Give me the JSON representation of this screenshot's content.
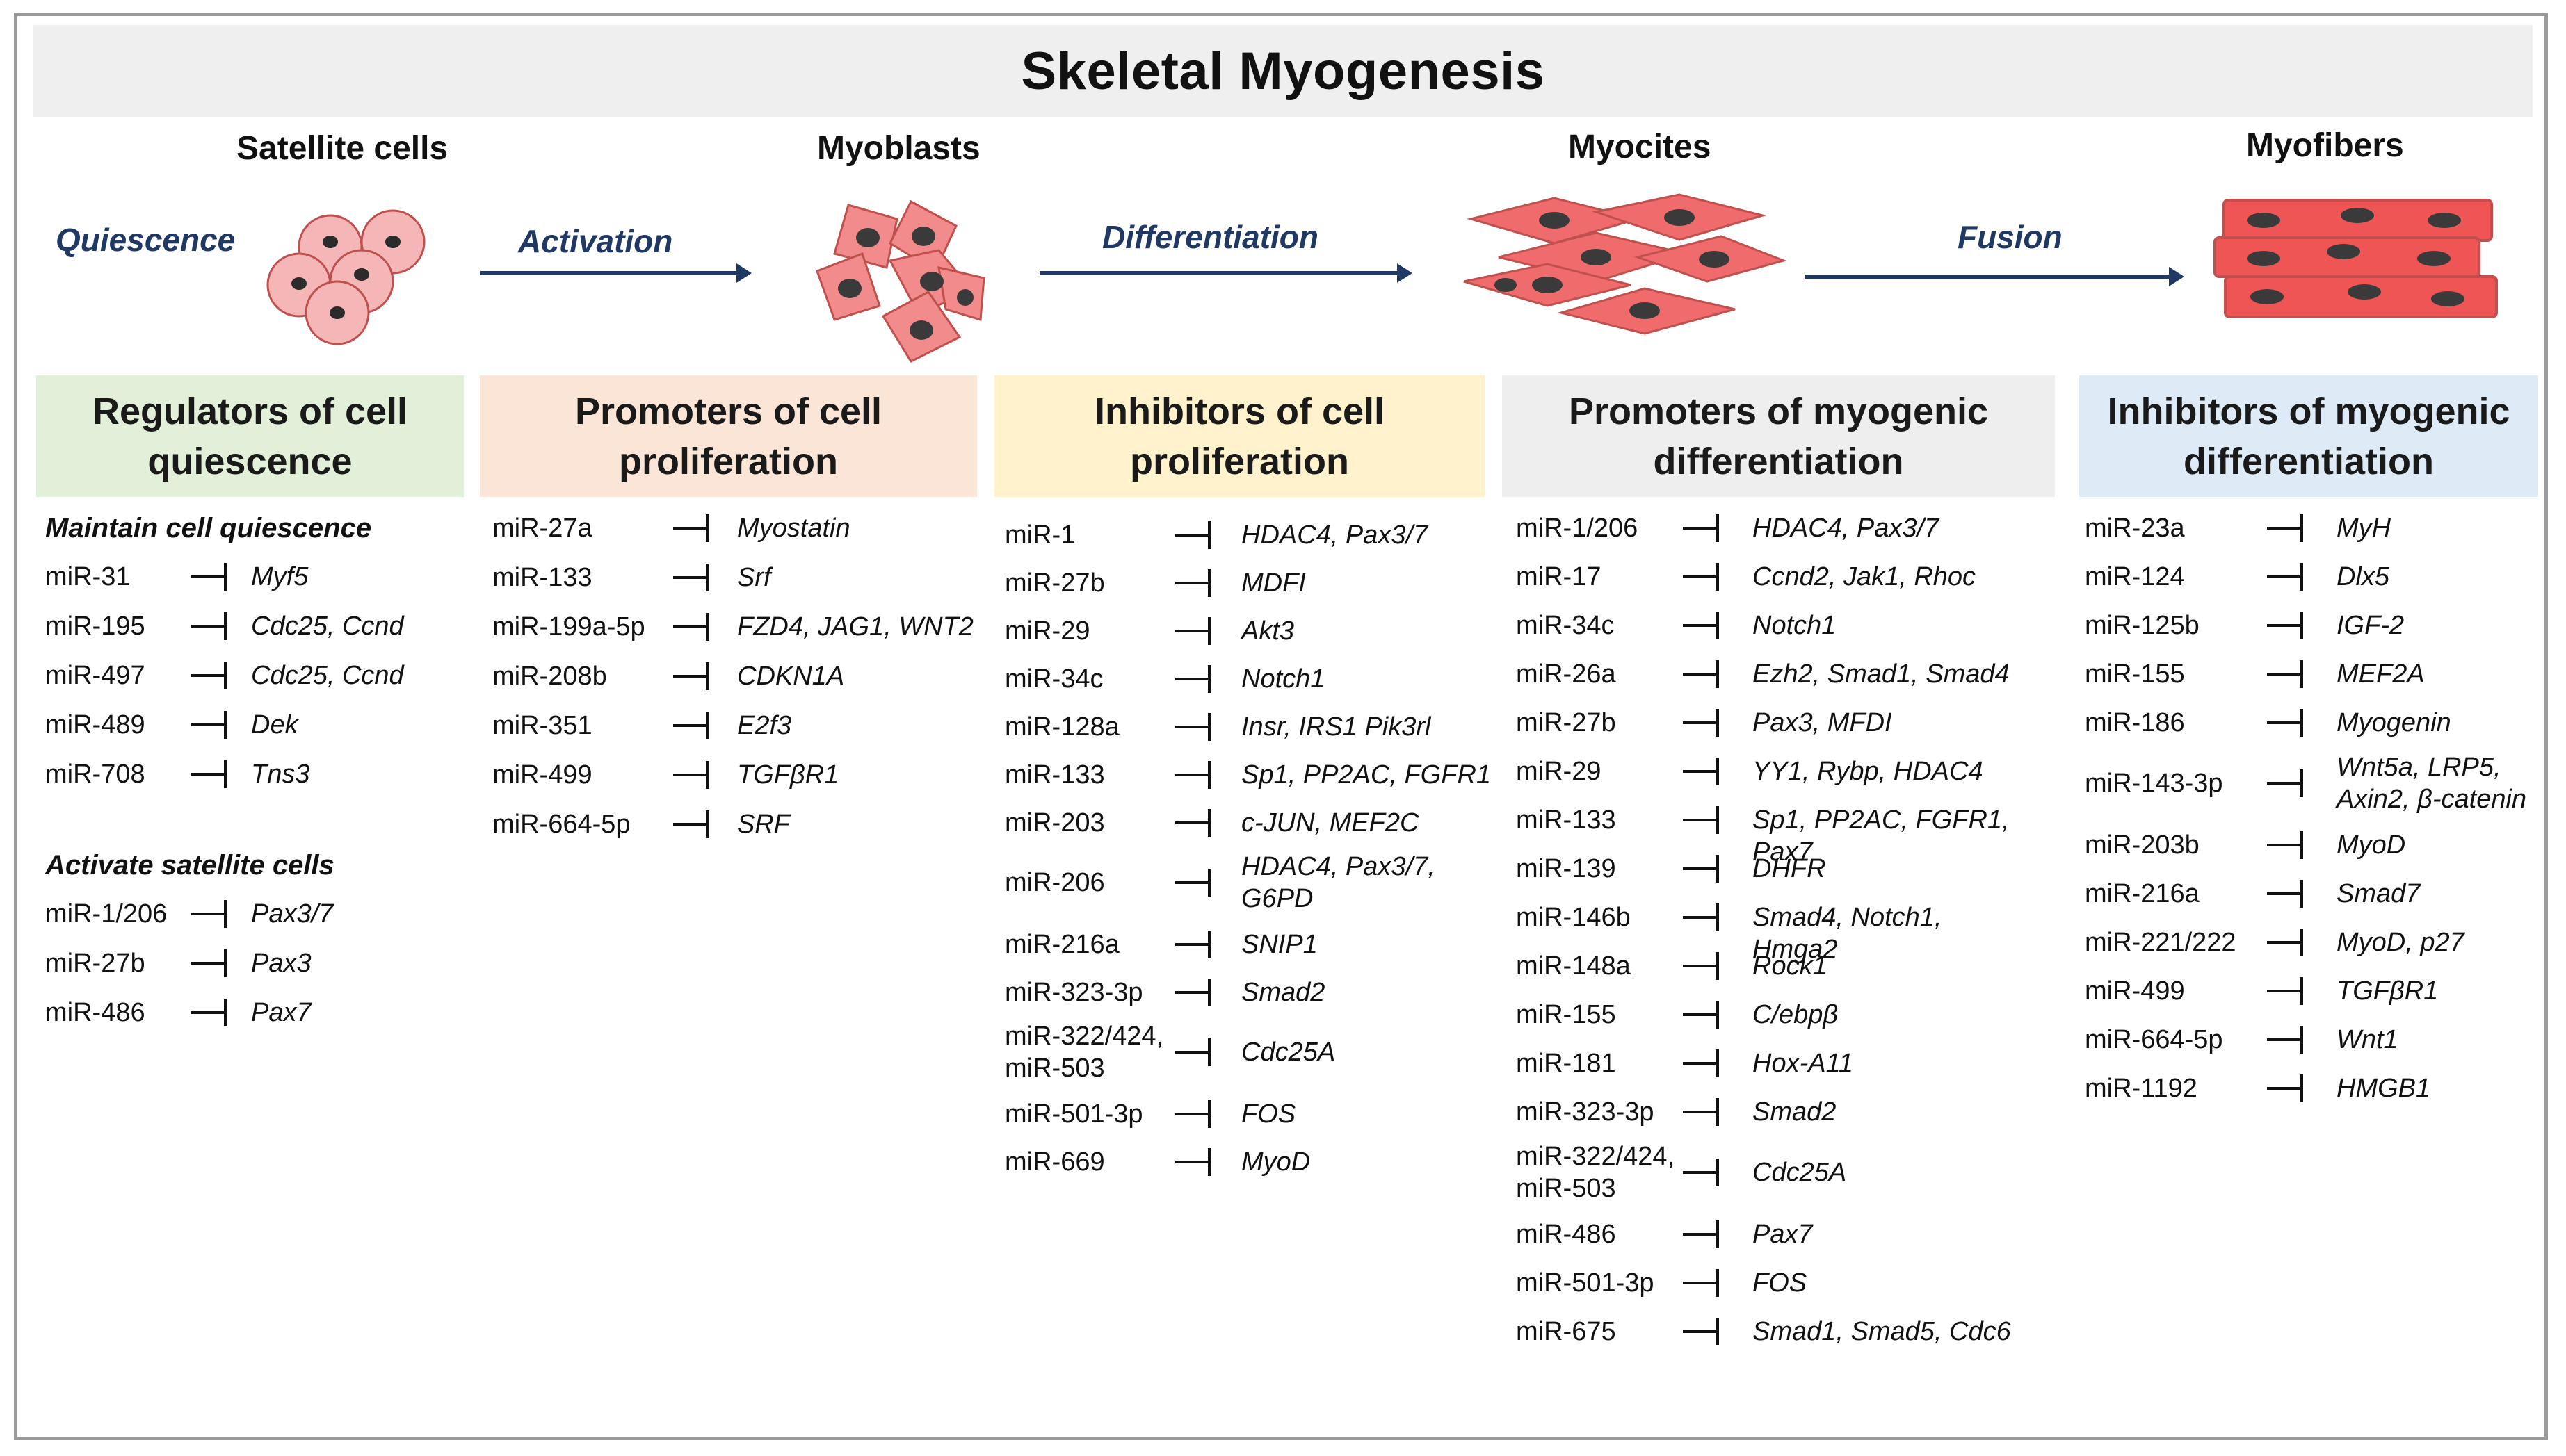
{
  "title": "Skeletal Myogenesis",
  "stages": [
    "Satellite cells",
    "Myoblasts",
    "Myocites",
    "Myofibers"
  ],
  "steps": [
    "Quiescence",
    "Activation",
    "Differentiation",
    "Fusion"
  ],
  "colors": {
    "arrow": "#1f3864",
    "cell_fill": "#f4a7a7",
    "cell_nucleus": "#3a3a3a",
    "header_green": "#e2efd9",
    "header_orange": "#fbe5d6",
    "header_yellow": "#fff2cc",
    "header_gray": "#eeeeee",
    "header_blue": "#deebf7"
  },
  "columns": [
    {
      "header": [
        "Regulators of cell",
        "quiescence"
      ],
      "groups": [
        {
          "subheading": "Maintain cell quiescence",
          "rows": [
            {
              "mir": [
                "miR-31"
              ],
              "target": [
                "Myf5"
              ]
            },
            {
              "mir": [
                "miR-195"
              ],
              "target": [
                "Cdc25, Ccnd"
              ]
            },
            {
              "mir": [
                "miR-497"
              ],
              "target": [
                "Cdc25, Ccnd"
              ]
            },
            {
              "mir": [
                "miR-489"
              ],
              "target": [
                "Dek"
              ]
            },
            {
              "mir": [
                "miR-708"
              ],
              "target": [
                "Tns3"
              ]
            }
          ]
        },
        {
          "subheading": "Activate satellite cells",
          "rows": [
            {
              "mir": [
                "miR-1/206"
              ],
              "target": [
                "Pax3/7"
              ]
            },
            {
              "mir": [
                "miR-27b"
              ],
              "target": [
                "Pax3"
              ]
            },
            {
              "mir": [
                "miR-486"
              ],
              "target": [
                "Pax7"
              ]
            }
          ]
        }
      ]
    },
    {
      "header": [
        "Promoters of cell",
        "proliferation"
      ],
      "groups": [
        {
          "subheading": "",
          "rows": [
            {
              "mir": [
                "miR-27a"
              ],
              "target": [
                "Myostatin"
              ]
            },
            {
              "mir": [
                "miR-133"
              ],
              "target": [
                "Srf"
              ]
            },
            {
              "mir": [
                "miR-199a-5p"
              ],
              "target": [
                "FZD4, JAG1, WNT2"
              ]
            },
            {
              "mir": [
                "miR-208b"
              ],
              "target": [
                "CDKN1A"
              ]
            },
            {
              "mir": [
                "miR-351"
              ],
              "target": [
                "E2f3"
              ]
            },
            {
              "mir": [
                "miR-499"
              ],
              "target": [
                "TGFβR1"
              ]
            },
            {
              "mir": [
                "miR-664-5p"
              ],
              "target": [
                "SRF"
              ]
            }
          ]
        }
      ]
    },
    {
      "header": [
        "Inhibitors of cell",
        "proliferation"
      ],
      "groups": [
        {
          "subheading": "",
          "rows": [
            {
              "mir": [
                "miR-1"
              ],
              "target": [
                "HDAC4, Pax3/7"
              ]
            },
            {
              "mir": [
                "miR-27b"
              ],
              "target": [
                "MDFI"
              ]
            },
            {
              "mir": [
                "miR-29"
              ],
              "target": [
                "Akt3"
              ]
            },
            {
              "mir": [
                "miR-34c"
              ],
              "target": [
                "Notch1"
              ]
            },
            {
              "mir": [
                "miR-128a"
              ],
              "target": [
                "Insr, IRS1 Pik3rl"
              ]
            },
            {
              "mir": [
                "miR-133"
              ],
              "target": [
                "Sp1, PP2AC, FGFR1"
              ]
            },
            {
              "mir": [
                "miR-203"
              ],
              "target": [
                "c-JUN, MEF2C"
              ]
            },
            {
              "mir": [
                "miR-206"
              ],
              "target": [
                "HDAC4, Pax3/7,",
                "G6PD"
              ]
            },
            {
              "mir": [
                "miR-216a"
              ],
              "target": [
                "SNIP1"
              ]
            },
            {
              "mir": [
                "miR-323-3p"
              ],
              "target": [
                "Smad2"
              ]
            },
            {
              "mir": [
                "miR-322/424,",
                "miR-503"
              ],
              "target": [
                "Cdc25A"
              ]
            },
            {
              "mir": [
                "miR-501-3p"
              ],
              "target": [
                "FOS"
              ]
            },
            {
              "mir": [
                "miR-669"
              ],
              "target": [
                "MyoD"
              ]
            }
          ]
        }
      ]
    },
    {
      "header": [
        "Promoters of myogenic",
        "differentiation"
      ],
      "groups": [
        {
          "subheading": "",
          "rows": [
            {
              "mir": [
                "miR-1/206"
              ],
              "target": [
                "HDAC4, Pax3/7"
              ]
            },
            {
              "mir": [
                "miR-17"
              ],
              "target": [
                "Ccnd2, Jak1, Rhoc"
              ]
            },
            {
              "mir": [
                "miR-34c"
              ],
              "target": [
                "Notch1"
              ]
            },
            {
              "mir": [
                "miR-26a"
              ],
              "target": [
                "Ezh2, Smad1, Smad4"
              ]
            },
            {
              "mir": [
                "miR-27b"
              ],
              "target": [
                "Pax3, MFDI"
              ]
            },
            {
              "mir": [
                "miR-29"
              ],
              "target": [
                "YY1, Rybp, HDAC4"
              ]
            },
            {
              "mir": [
                "miR-133"
              ],
              "target": [
                "Sp1, PP2AC, FGFR1, Pax7"
              ]
            },
            {
              "mir": [
                "miR-139"
              ],
              "target": [
                "DHFR"
              ]
            },
            {
              "mir": [
                "miR-146b"
              ],
              "target": [
                "Smad4, Notch1, Hmga2"
              ]
            },
            {
              "mir": [
                "miR-148a"
              ],
              "target": [
                "Rock1"
              ]
            },
            {
              "mir": [
                "miR-155"
              ],
              "target": [
                "C/ebpβ"
              ]
            },
            {
              "mir": [
                "miR-181"
              ],
              "target": [
                "Hox-A11"
              ]
            },
            {
              "mir": [
                "miR-323-3p"
              ],
              "target": [
                "Smad2"
              ]
            },
            {
              "mir": [
                "miR-322/424,",
                "miR-503"
              ],
              "target": [
                "Cdc25A"
              ]
            },
            {
              "mir": [
                "miR-486"
              ],
              "target": [
                "Pax7"
              ]
            },
            {
              "mir": [
                "miR-501-3p"
              ],
              "target": [
                "FOS"
              ]
            },
            {
              "mir": [
                "miR-675"
              ],
              "target": [
                "Smad1, Smad5, Cdc6"
              ]
            }
          ]
        }
      ]
    },
    {
      "header": [
        "Inhibitors of myogenic",
        "differentiation"
      ],
      "groups": [
        {
          "subheading": "",
          "rows": [
            {
              "mir": [
                "miR-23a"
              ],
              "target": [
                "MyH"
              ]
            },
            {
              "mir": [
                "miR-124"
              ],
              "target": [
                "Dlx5"
              ]
            },
            {
              "mir": [
                "miR-125b"
              ],
              "target": [
                "IGF-2"
              ]
            },
            {
              "mir": [
                "miR-155"
              ],
              "target": [
                "MEF2A"
              ]
            },
            {
              "mir": [
                "miR-186"
              ],
              "target": [
                "Myogenin"
              ]
            },
            {
              "mir": [
                "miR-143-3p"
              ],
              "target": [
                "Wnt5a, LRP5,",
                "Axin2, β-catenin"
              ]
            },
            {
              "mir": [
                "miR-203b"
              ],
              "target": [
                "MyoD"
              ]
            },
            {
              "mir": [
                "miR-216a"
              ],
              "target": [
                "Smad7"
              ]
            },
            {
              "mir": [
                "miR-221/222"
              ],
              "target": [
                "MyoD, p27"
              ]
            },
            {
              "mir": [
                "miR-499"
              ],
              "target": [
                "TGFβR1"
              ]
            },
            {
              "mir": [
                "miR-664-5p"
              ],
              "target": [
                "Wnt1"
              ]
            },
            {
              "mir": [
                "miR-1192"
              ],
              "target": [
                "HMGB1"
              ]
            }
          ]
        }
      ]
    }
  ]
}
